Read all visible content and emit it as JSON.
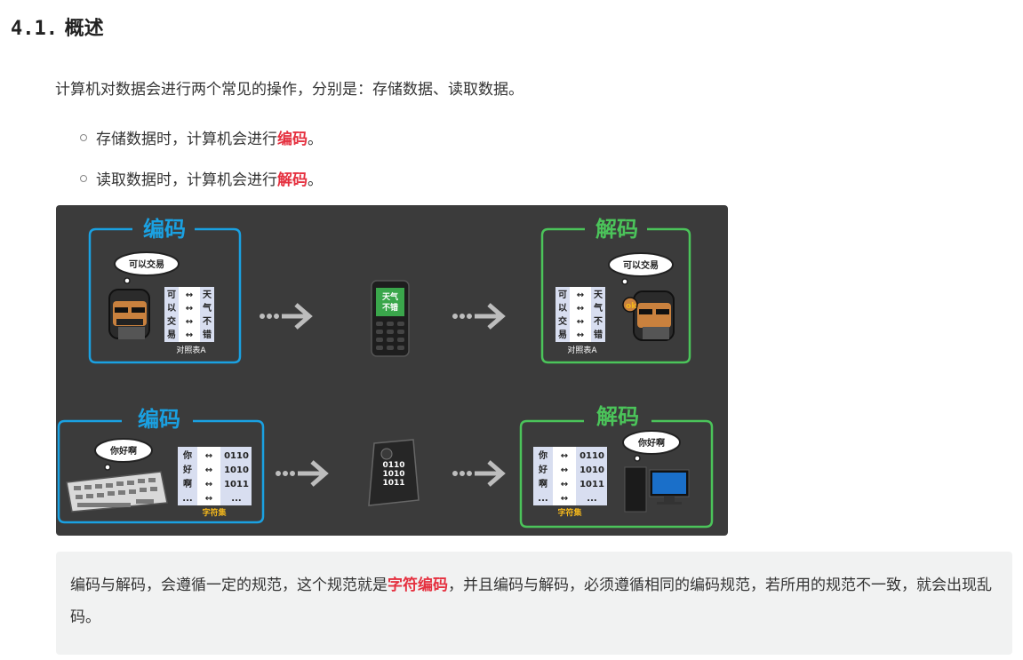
{
  "heading": {
    "number": "4.1.",
    "title": "概述"
  },
  "intro": "计算机对数据会进行两个常见的操作，分别是：存储数据、读取数据。",
  "bullets": [
    {
      "prefix": "存储数据时，计算机会进行",
      "highlight": "编码",
      "suffix": "。"
    },
    {
      "prefix": "读取数据时，计算机会进行",
      "highlight": "解码",
      "suffix": "。"
    }
  ],
  "diagram": {
    "encode_label": "编码",
    "decode_label": "解码",
    "top": {
      "bubble": "可以交易",
      "phone_text": [
        "天气",
        "不错"
      ],
      "table_caption": "对照表A",
      "table": [
        [
          "可",
          "↔",
          "天"
        ],
        [
          "以",
          "↔",
          "气"
        ],
        [
          "交",
          "↔",
          "不"
        ],
        [
          "易",
          "↔",
          "错"
        ]
      ]
    },
    "bottom": {
      "bubble": "你好啊",
      "disk_text": [
        "0110",
        "1010",
        "1011"
      ],
      "table_caption": "字符集",
      "table": [
        [
          "你",
          "↔",
          "0110"
        ],
        [
          "好",
          "↔",
          "1010"
        ],
        [
          "啊",
          "↔",
          "1011"
        ],
        [
          "...",
          "↔",
          "..."
        ]
      ]
    },
    "colors": {
      "encode": "#1aa1e2",
      "decode": "#4bc45a",
      "background": "#3b3b3b",
      "caption_yellow": "#f2b61c"
    }
  },
  "tip": {
    "part1": "编码与解码，会遵循一定的规范，这个规范就是",
    "highlight": "字符编码",
    "part2": "，并且编码与解码，必须遵循相同的编码规范，若所用的规范不一致，就会出现乱码。"
  }
}
